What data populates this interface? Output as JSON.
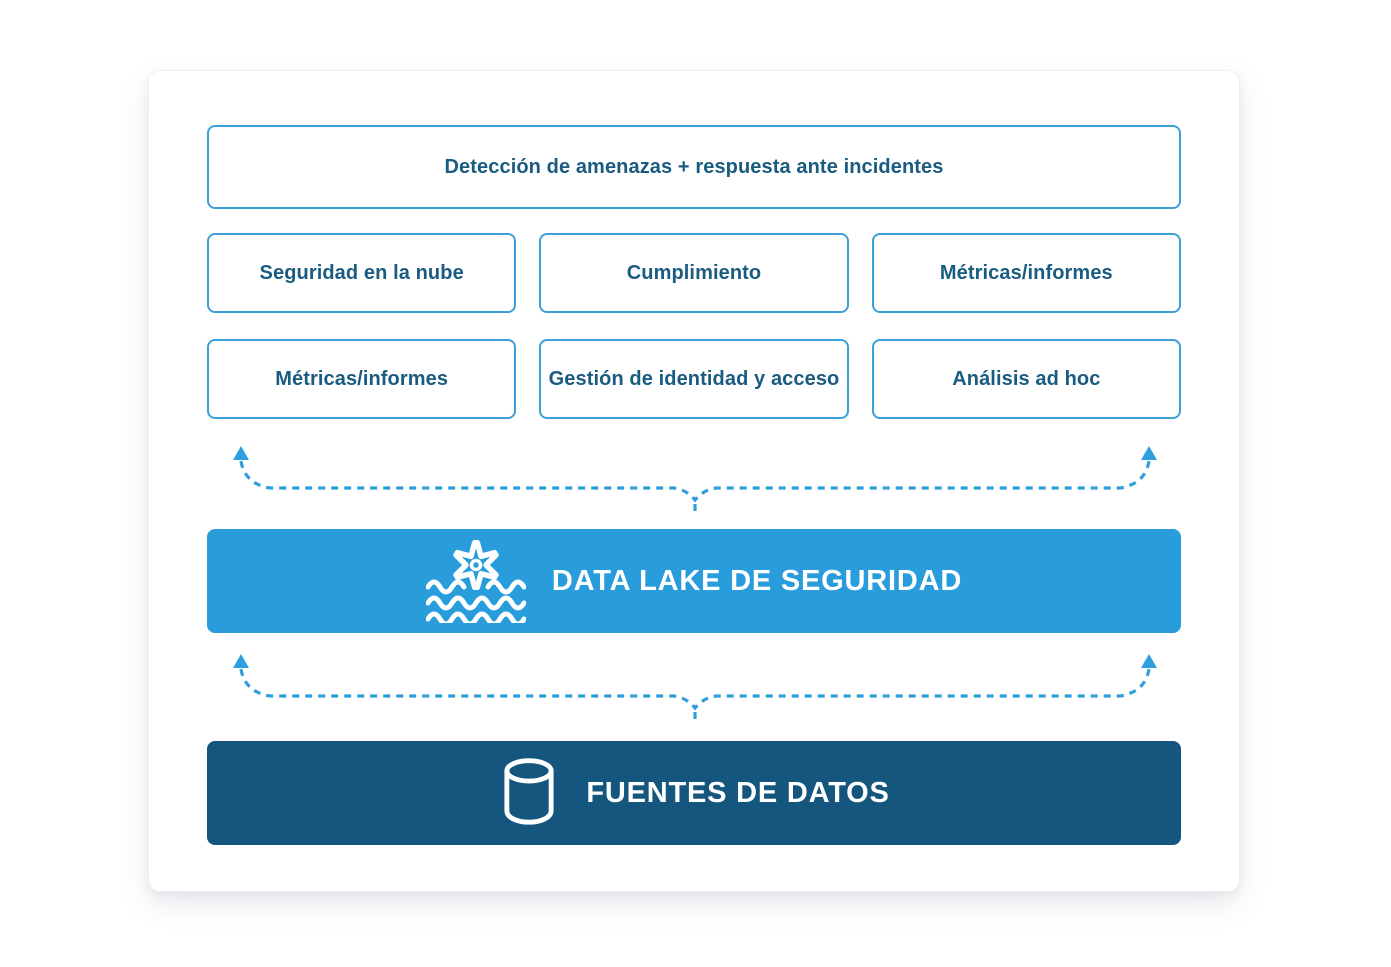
{
  "colors": {
    "accent_blue": "#2E9FDC",
    "box_border": "#3D9FD8",
    "box_text": "#1A5B80",
    "lake_bar_bg": "#299DDB",
    "sources_bar_bg": "#14567E"
  },
  "diagram": {
    "top_box_label": "Detección de amenazas + respuesta ante incidentes",
    "use_case_row_1": [
      "Seguridad en la nube",
      "Cumplimiento",
      "Métricas/informes"
    ],
    "use_case_row_2": [
      "Métricas/informes",
      "Gestión de identidad y acceso",
      "Análisis ad hoc"
    ],
    "lake_bar": {
      "label": "DATA LAKE DE SEGURIDAD",
      "icon": "snowflake-waves-icon"
    },
    "sources_bar": {
      "label": "FUENTES DE DATOS",
      "icon": "database-cylinder-icon"
    }
  }
}
